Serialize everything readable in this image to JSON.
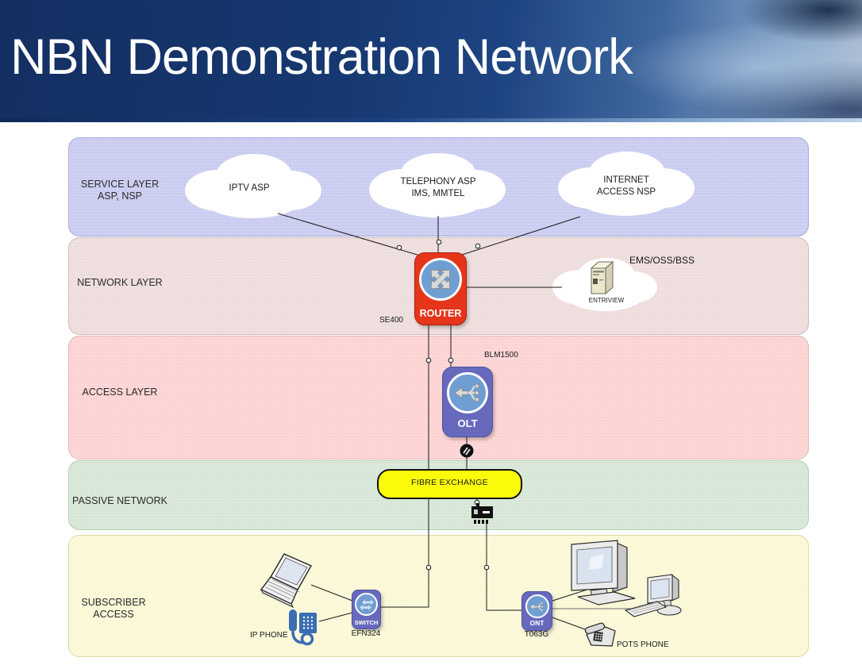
{
  "title": "NBN Demonstration Network",
  "layers": {
    "service": {
      "line1": "SERVICE LAYER",
      "line2": "ASP, NSP"
    },
    "network": {
      "line1": "NETWORK LAYER"
    },
    "access": {
      "line1": "ACCESS LAYER"
    },
    "passive": {
      "line1": "PASSIVE NETWORK"
    },
    "subscriber": {
      "line1": "SUBSCRIBER",
      "line2": "ACCESS"
    }
  },
  "clouds": {
    "iptv": {
      "line1": "IPTV ASP"
    },
    "telephony": {
      "line1": "TELEPHONY ASP",
      "line2": "IMS, MMTEL"
    },
    "internet": {
      "line1": "INTERNET",
      "line2": "ACCESS NSP"
    },
    "ems": {
      "caption": "EMS/OSS/BSS",
      "server_label": "ENTRIVIEW"
    }
  },
  "nodes": {
    "router": {
      "label": "ROUTER",
      "model": "SE400"
    },
    "olt": {
      "label": "OLT",
      "model": "BLM1500"
    },
    "switch": {
      "label": "SWITCH",
      "model": "EFN324"
    },
    "ont": {
      "label": "ONT",
      "model": "T063G"
    }
  },
  "passive_elements": {
    "fibre_exchange": "FIBRE EXCHANGE"
  },
  "devices": {
    "ip_phone": "IP PHONE",
    "pots_phone": "POTS PHONE"
  },
  "icons": {
    "router-icon": "crossed-double-arrows",
    "olt-icon": "optical-splitter-arrow",
    "ont-icon": "optical-splitter-arrow",
    "switch-icon": "bidirectional-arrows",
    "server-icon": "server-tower",
    "splitter-icon": "black-circle-double-slash",
    "fibre-splitter-chip-icon": "black-chip-with-pins",
    "laptop-icon": "laptop",
    "monitor-icon": "desktop-monitor",
    "keyboard-icon": "keyboard",
    "phone-icons": "desk-phones"
  },
  "colors": {
    "header_navy": "#142f62",
    "router_red": "#e5351a",
    "node_purple": "#6769bd",
    "node_circle_blue": "#6f9ed2",
    "fibre_yellow": "#fbfb0a",
    "band_service": "#c9cbf0",
    "band_network": "#eedcdc",
    "band_access": "#fdd2d2",
    "band_passive": "#d6e6d6",
    "band_subscriber": "#fbf8d6",
    "ip_phone_blue": "#3a6db2"
  }
}
